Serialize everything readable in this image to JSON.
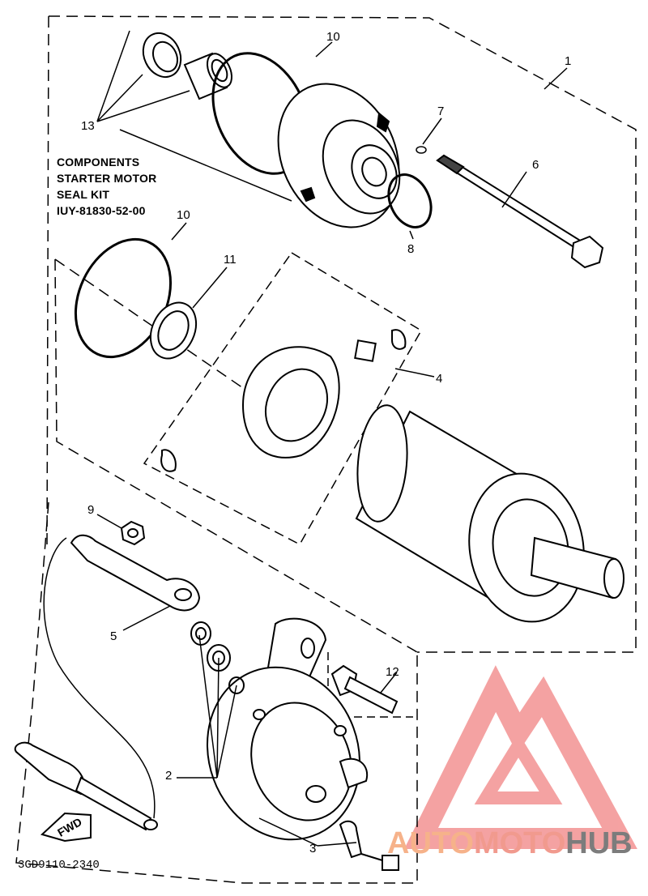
{
  "kit_note": {
    "line1": "COMPONENTS",
    "line2": "STARTER MOTOR",
    "line3": "SEAL KIT",
    "line4": "IUY-81830-52-00"
  },
  "callouts": {
    "c1": "1",
    "c2": "2",
    "c3": "3",
    "c4": "4",
    "c5": "5",
    "c6": "6",
    "c7": "7",
    "c8": "8",
    "c9": "9",
    "c10a": "10",
    "c10b": "10",
    "c11": "11",
    "c12": "12",
    "c13": "13"
  },
  "drawing_code": "3GD9110-2340",
  "fwd_label": "FWD",
  "watermark": {
    "part1": "AUTO",
    "part2": "MOTO",
    "part3": "HUB",
    "color_logo": "#f28b8b",
    "color_auto": "#f6b28a",
    "color_moto": "#f19a8e",
    "color_hub": "#7c7c7c"
  }
}
